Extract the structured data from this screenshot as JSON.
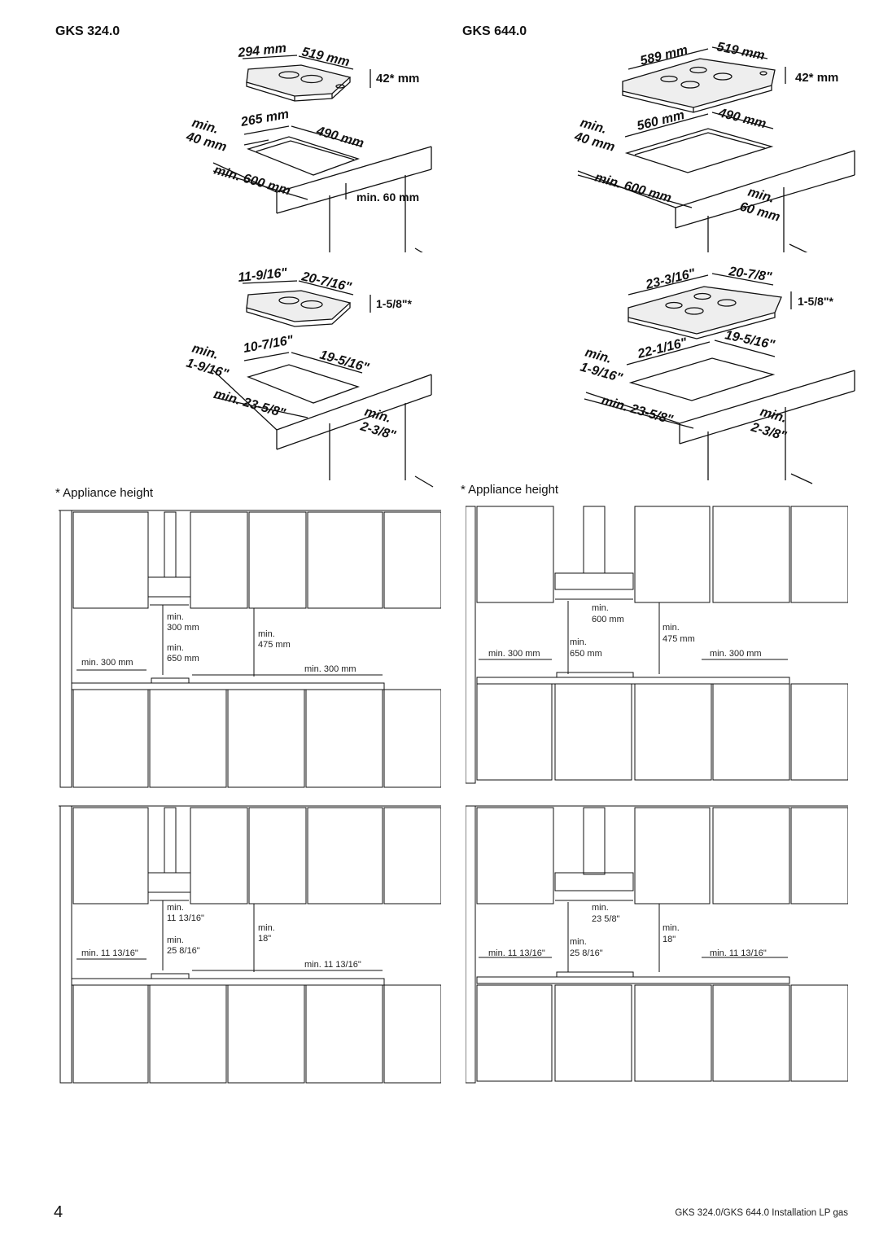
{
  "page": {
    "number": "4",
    "footer": "GKS 324.0/GKS 644.0 Installation LP gas"
  },
  "left": {
    "model": "GKS 324.0",
    "note": "* Appliance height",
    "metric": {
      "width": "294 mm",
      "depth": "519 mm",
      "height": "42* mm",
      "cut_width": "265 mm",
      "cut_depth": "490 mm",
      "min_left_1": "min.",
      "min_left_2": "40 mm",
      "min_front": "min. 600 mm",
      "min_back": "min. 60 mm"
    },
    "imperial": {
      "width": "11-9/16\"",
      "depth": "20-7/16\"",
      "height": "1-5/8\"*",
      "cut_width": "10-7/16\"",
      "cut_depth": "19-5/16\"",
      "min_left_1": "min.",
      "min_left_2": "1-9/16\"",
      "min_front": "min. 23-5/8\"",
      "min_back_1": "min.",
      "min_back_2": "2-3/8\""
    },
    "kitchen_metric": {
      "hood_min": "min.",
      "hood_val": "300 mm",
      "hob_min": "min.",
      "hob_val": "650 mm",
      "cab_min": "min.",
      "cab_val": "475 mm",
      "side_left": "min. 300 mm",
      "side_right": "min. 300 mm"
    },
    "kitchen_imperial": {
      "hood_min": "min.",
      "hood_val": "11 13/16\"",
      "hob_min": "min.",
      "hob_val": "25 8/16\"",
      "cab_min": "min.",
      "cab_val": "18\"",
      "side_left": "min. 11 13/16\"",
      "side_right": "min. 11 13/16\""
    }
  },
  "right": {
    "model": "GKS 644.0",
    "note": "* Appliance height",
    "metric": {
      "width": "589 mm",
      "depth": "519 mm",
      "height": "42* mm",
      "cut_width": "560 mm",
      "cut_depth": "490 mm",
      "min_left_1": "min.",
      "min_left_2": "40 mm",
      "min_front": "min. 600 mm",
      "min_back_1": "min.",
      "min_back_2": "60 mm"
    },
    "imperial": {
      "width": "23-3/16\"",
      "depth": "20-7/8\"",
      "height": "1-5/8\"*",
      "cut_width": "22-1/16\"",
      "cut_depth": "19-5/16\"",
      "min_left_1": "min.",
      "min_left_2": "1-9/16\"",
      "min_front": "min. 23-5/8\"",
      "min_back_1": "min.",
      "min_back_2": "2-3/8\""
    },
    "kitchen_metric": {
      "hood_min": "min.",
      "hood_val": "600 mm",
      "hob_min": "min.",
      "hob_val": "650 mm",
      "cab_min": "min.",
      "cab_val": "475 mm",
      "side_left": "min. 300 mm",
      "side_right": "min. 300 mm"
    },
    "kitchen_imperial": {
      "hood_min": "min.",
      "hood_val": "23 5/8\"",
      "hob_min": "min.",
      "hob_val": "25 8/16\"",
      "cab_min": "min.",
      "cab_val": "18\"",
      "side_left": "min. 11 13/16\"",
      "side_right": "min. 11 13/16\""
    }
  }
}
